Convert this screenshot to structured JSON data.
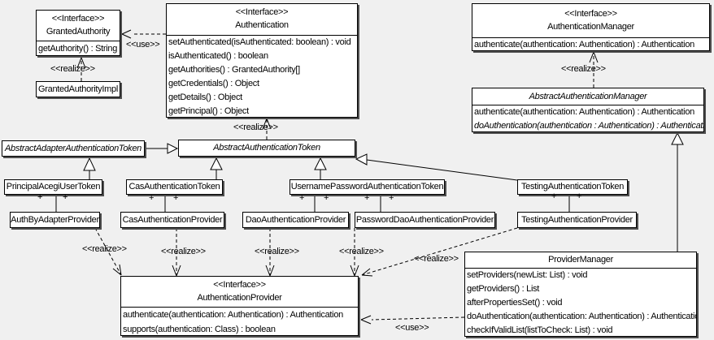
{
  "diagram": {
    "labels": {
      "realize": "<<realize>>",
      "use": "<<use>>",
      "plus": "+"
    },
    "colors": {
      "background": "#f0f0f0",
      "box_fill": "#ffffff",
      "line": "#000000",
      "shadow": "#4f4f4f"
    },
    "classes": {
      "granted_authority": {
        "stereotype": "<<Interface>>",
        "name": "GrantedAuthority",
        "methods": [
          "getAuthority() : String"
        ]
      },
      "granted_authority_impl": {
        "name": "GrantedAuthorityImpl"
      },
      "authentication": {
        "stereotype": "<<Interface>>",
        "name": "Authentication",
        "methods": [
          "setAuthenticated(isAuthenticated: boolean) : void",
          "isAuthenticated() : boolean",
          "getAuthorities() : GrantedAuthority[]",
          "getCredentials() : Object",
          "getDetails() : Object",
          "getPrincipal() : Object"
        ]
      },
      "authentication_manager": {
        "stereotype": "<<Interface>>",
        "name": "AuthenticationManager",
        "methods": [
          "authenticate(authentication: Authentication) : Authentication"
        ]
      },
      "abstract_authentication_manager": {
        "name": "AbstractAuthenticationManager",
        "methods": [
          "authenticate(authentication: Authentication) : Authentication",
          "doAuthentication(authentication : Authentication) : Authentication"
        ]
      },
      "abstract_adapter_authentication_token": {
        "name": "AbstractAdapterAuthenticationToken"
      },
      "abstract_authentication_token": {
        "name": "AbstractAuthenticationToken"
      },
      "principal_acegi_user_token": {
        "name": "PrincipalAcegiUserToken"
      },
      "cas_authentication_token": {
        "name": "CasAuthenticationToken"
      },
      "username_password_authentication_token": {
        "name": "UsernamePasswordAuthenticationToken"
      },
      "testing_authentication_token": {
        "name": "TestingAuthenticationToken"
      },
      "auth_by_adapter_provider": {
        "name": "AuthByAdapterProvider"
      },
      "cas_authentication_provider": {
        "name": "CasAuthenticationProvider"
      },
      "dao_authentication_provider": {
        "name": "DaoAuthenticationProvider"
      },
      "password_dao_authentication_provider": {
        "name": "PasswordDaoAuthenticationProvider"
      },
      "testing_authentication_provider": {
        "name": "TestingAuthenticationProvider"
      },
      "authentication_provider": {
        "stereotype": "<<Interface>>",
        "name": "AuthenticationProvider",
        "methods": [
          "authenticate(authentication: Authentication) : Authentication",
          "supports(authentication: Class) : boolean"
        ]
      },
      "provider_manager": {
        "name": "ProviderManager",
        "methods": [
          "setProviders(newList: List) : void",
          "getProviders() : List",
          "afterPropertiesSet() : void",
          "doAuthentication(authentication: Authentication) : Authentication",
          "checkIfValidList(listToCheck: List) : void"
        ]
      }
    }
  }
}
